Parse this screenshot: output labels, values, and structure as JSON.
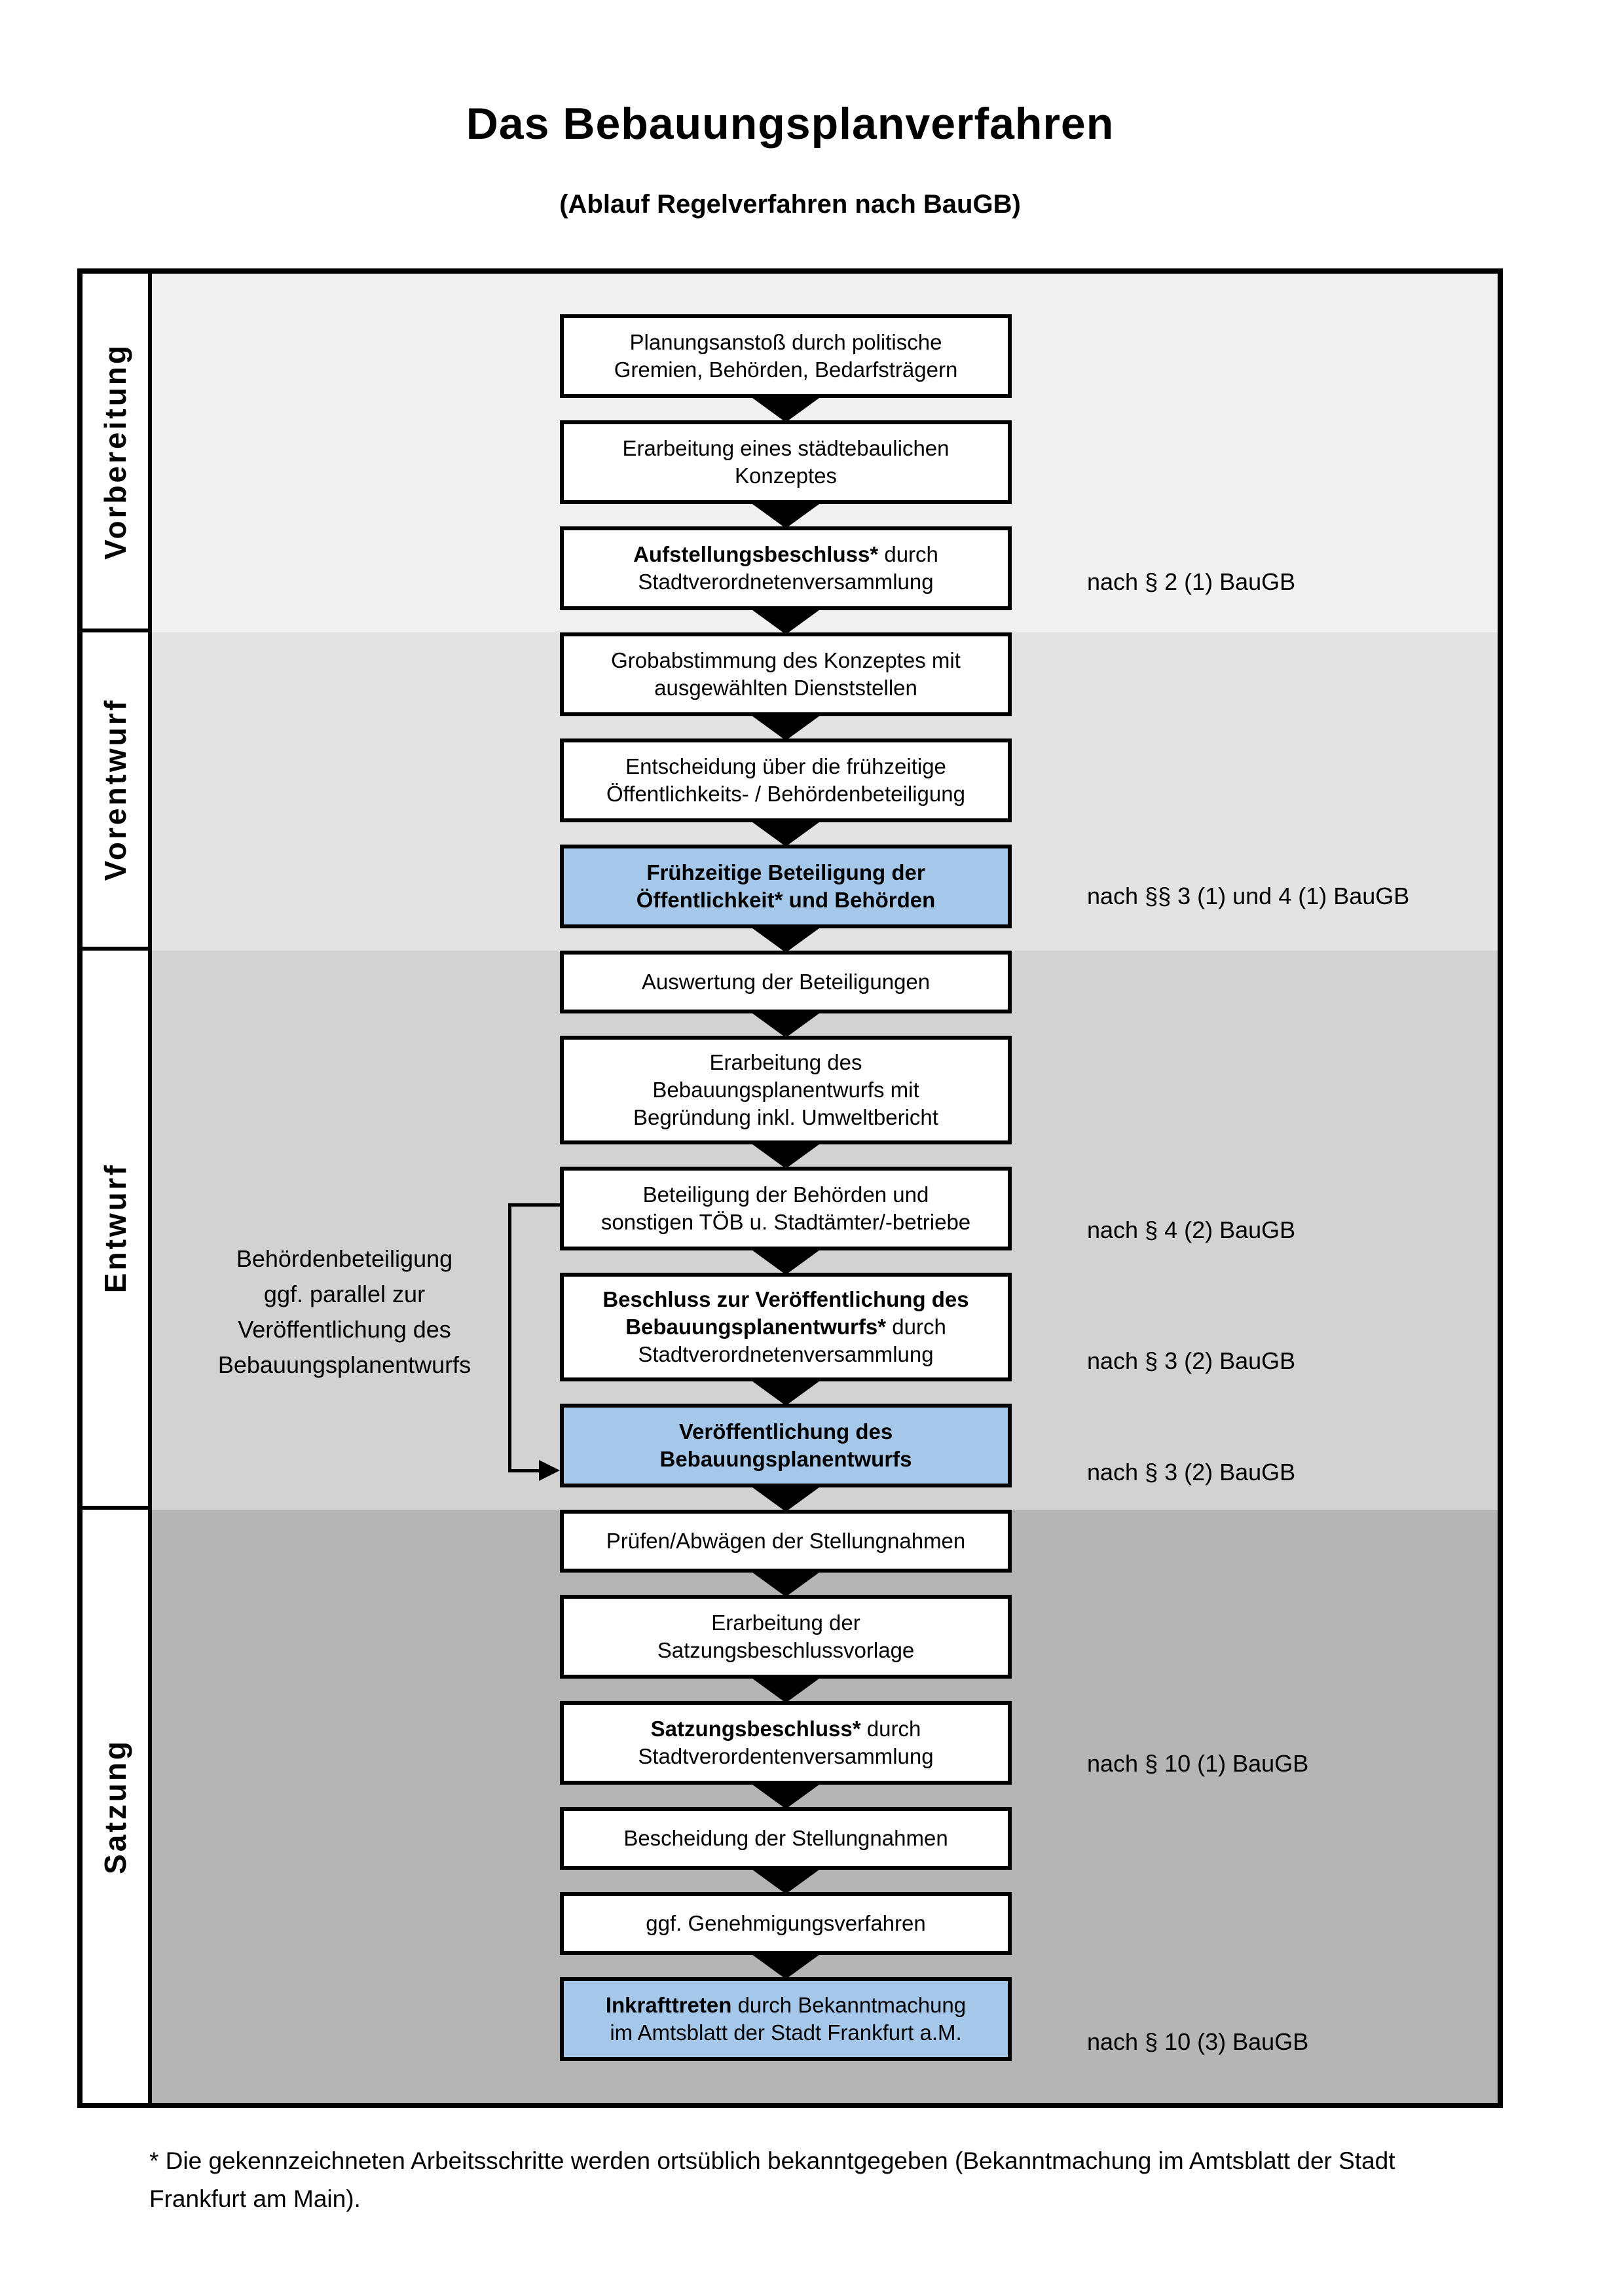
{
  "page": {
    "title": "Das Bebauungsplanverfahren",
    "subtitle": "(Ablauf Regelverfahren nach BauGB)",
    "footnote": {
      "line1": "* Die gekennzeichneten Arbeitsschritte werden ortsüblich bekanntgegeben (Bekanntmachung im Amtsblatt  der Stadt",
      "line2": "Frankfurt am Main)."
    }
  },
  "colors": {
    "highlight_blue": "#a5c7e9",
    "border_black": "#000000",
    "phase1_bg": "#f1f1f1",
    "phase2_bg": "#e3e3e3",
    "phase3_bg": "#d2d2d2",
    "phase4_bg": "#b5b5b5"
  },
  "phases": [
    {
      "label": "Vorbereitung",
      "bg": "#f1f1f1"
    },
    {
      "label": "Vorentwurf",
      "bg": "#e3e3e3"
    },
    {
      "label": "Entwurf",
      "bg": "#d2d2d2"
    },
    {
      "label": "Satzung",
      "bg": "#b5b5b5"
    }
  ],
  "side_note": {
    "lines": [
      "Behördenbeteiligung",
      "ggf. parallel zur",
      "Veröffentlichung des",
      "Bebauungsplanentwurfs"
    ]
  },
  "legal_refs": [
    {
      "text": "nach § 2 (1) BauGB"
    },
    {
      "text": "nach §§ 3 (1) und 4 (1) BauGB"
    },
    {
      "text": "nach § 4 (2) BauGB"
    },
    {
      "text": "nach § 3 (2) BauGB"
    },
    {
      "text": "nach § 3 (2) BauGB"
    },
    {
      "text": "nach § 10 (1) BauGB"
    },
    {
      "text": "nach § 10 (3) BauGB"
    }
  ],
  "flow": {
    "steps": [
      {
        "highlight": false,
        "lines": [
          [
            {
              "t": "Planungsanstoß durch politische",
              "b": false
            }
          ],
          [
            {
              "t": "Gremien, Behörden, Bedarfsträgern",
              "b": false
            }
          ]
        ]
      },
      {
        "highlight": false,
        "lines": [
          [
            {
              "t": "Erarbeitung eines städtebaulichen",
              "b": false
            }
          ],
          [
            {
              "t": "Konzeptes",
              "b": false
            }
          ]
        ]
      },
      {
        "highlight": false,
        "lines": [
          [
            {
              "t": "Aufstellungsbeschluss*",
              "b": true
            },
            {
              "t": " durch",
              "b": false
            }
          ],
          [
            {
              "t": "Stadtverordnetenversammlung",
              "b": false
            }
          ]
        ]
      },
      {
        "highlight": false,
        "lines": [
          [
            {
              "t": "Grobabstimmung des Konzeptes mit",
              "b": false
            }
          ],
          [
            {
              "t": "ausgewählten Dienststellen",
              "b": false
            }
          ]
        ]
      },
      {
        "highlight": false,
        "lines": [
          [
            {
              "t": "Entscheidung über die frühzeitige",
              "b": false
            }
          ],
          [
            {
              "t": "Öffentlichkeits- / Behördenbeteiligung",
              "b": false
            }
          ]
        ]
      },
      {
        "highlight": true,
        "lines": [
          [
            {
              "t": "Frühzeitige Beteiligung der",
              "b": true
            }
          ],
          [
            {
              "t": "Öffentlichkeit* und Behörden",
              "b": true
            }
          ]
        ]
      },
      {
        "highlight": false,
        "lines": [
          [
            {
              "t": "Auswertung der Beteiligungen",
              "b": false
            }
          ]
        ]
      },
      {
        "highlight": false,
        "lines": [
          [
            {
              "t": "Erarbeitung des",
              "b": false
            }
          ],
          [
            {
              "t": "Bebauungsplanentwurfs mit",
              "b": false
            }
          ],
          [
            {
              "t": "Begründung inkl. Umweltbericht",
              "b": false
            }
          ]
        ]
      },
      {
        "highlight": false,
        "lines": [
          [
            {
              "t": "Beteiligung der Behörden und",
              "b": false
            }
          ],
          [
            {
              "t": "sonstigen TÖB u. Stadtämter/-betriebe",
              "b": false
            }
          ]
        ]
      },
      {
        "highlight": false,
        "lines": [
          [
            {
              "t": "Beschluss zur Veröffentlichung des",
              "b": true
            }
          ],
          [
            {
              "t": "Bebauungsplanentwurfs*",
              "b": true
            },
            {
              "t": " durch",
              "b": false
            }
          ],
          [
            {
              "t": "Stadtverordnetenversammlung",
              "b": false
            }
          ]
        ]
      },
      {
        "highlight": true,
        "lines": [
          [
            {
              "t": "Veröffentlichung des",
              "b": true
            }
          ],
          [
            {
              "t": "Bebauungsplanentwurfs",
              "b": true
            }
          ]
        ]
      },
      {
        "highlight": false,
        "lines": [
          [
            {
              "t": "Prüfen/Abwägen der Stellungnahmen",
              "b": false
            }
          ]
        ]
      },
      {
        "highlight": false,
        "lines": [
          [
            {
              "t": "Erarbeitung der",
              "b": false
            }
          ],
          [
            {
              "t": "Satzungsbeschlussvorlage",
              "b": false
            }
          ]
        ]
      },
      {
        "highlight": false,
        "lines": [
          [
            {
              "t": "Satzungsbeschluss*",
              "b": true
            },
            {
              "t": " durch",
              "b": false
            }
          ],
          [
            {
              "t": "Stadtverordentenversammlung",
              "b": false
            }
          ]
        ]
      },
      {
        "highlight": false,
        "lines": [
          [
            {
              "t": "Bescheidung der Stellungnahmen",
              "b": false
            }
          ]
        ]
      },
      {
        "highlight": false,
        "lines": [
          [
            {
              "t": "ggf. Genehmigungsverfahren",
              "b": false
            }
          ]
        ]
      },
      {
        "highlight": true,
        "lines": [
          [
            {
              "t": "Inkrafttreten",
              "b": true
            },
            {
              "t": " durch Bekanntmachung",
              "b": false
            }
          ],
          [
            {
              "t": "im Amtsblatt der Stadt Frankfurt a.M.",
              "b": false
            }
          ]
        ]
      }
    ]
  }
}
